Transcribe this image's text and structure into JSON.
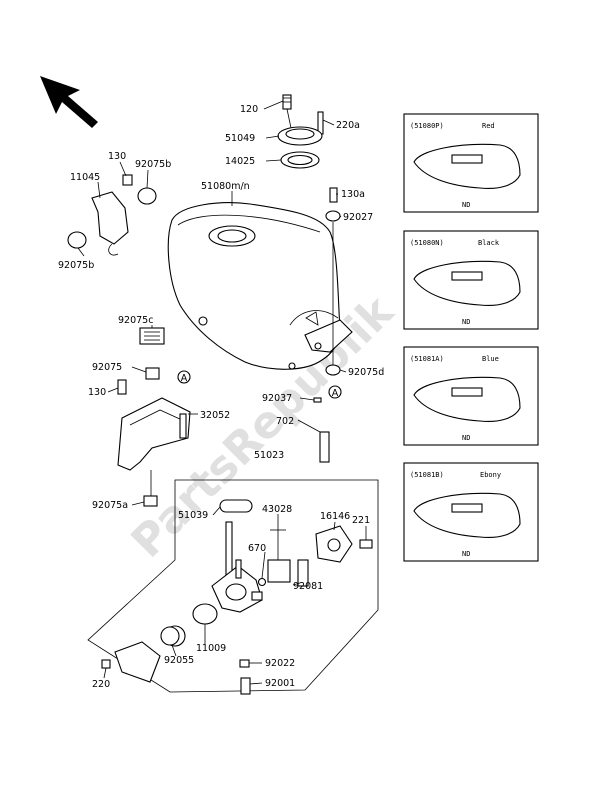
{
  "watermark": "PartsRepublik",
  "parts": {
    "p120": "120",
    "p220a": "220a",
    "p51049": "51049",
    "p14025": "14025",
    "p51080mn": "51080m/n",
    "p130a": "130a",
    "p92027": "92027",
    "p130_top": "130",
    "p92075b_top": "92075b",
    "p11045": "11045",
    "p92075b_bottom": "92075b",
    "p92075c": "92075c",
    "p92075": "92075",
    "p130_mid": "130",
    "p32052": "32052",
    "p92075a": "92075a",
    "p92075d": "92075d",
    "p92037": "92037",
    "p702": "702",
    "p51023": "51023",
    "p51039": "51039",
    "p43028": "43028",
    "p16146": "16146",
    "p221": "221",
    "p670": "670",
    "p92081": "92081",
    "p11009": "11009",
    "p92055": "92055",
    "p220": "220",
    "p92022": "92022",
    "p92001": "92001",
    "ref_a1": "A",
    "ref_a2": "A"
  },
  "variants": [
    {
      "code": "(51080P)",
      "color": "Red",
      "note": "ND"
    },
    {
      "code": "(51080N)",
      "color": "Black",
      "note": "ND"
    },
    {
      "code": "(51081A)",
      "color": "Blue",
      "note": "ND"
    },
    {
      "code": "(51081B)",
      "color": "Ebony",
      "note": "ND"
    }
  ]
}
